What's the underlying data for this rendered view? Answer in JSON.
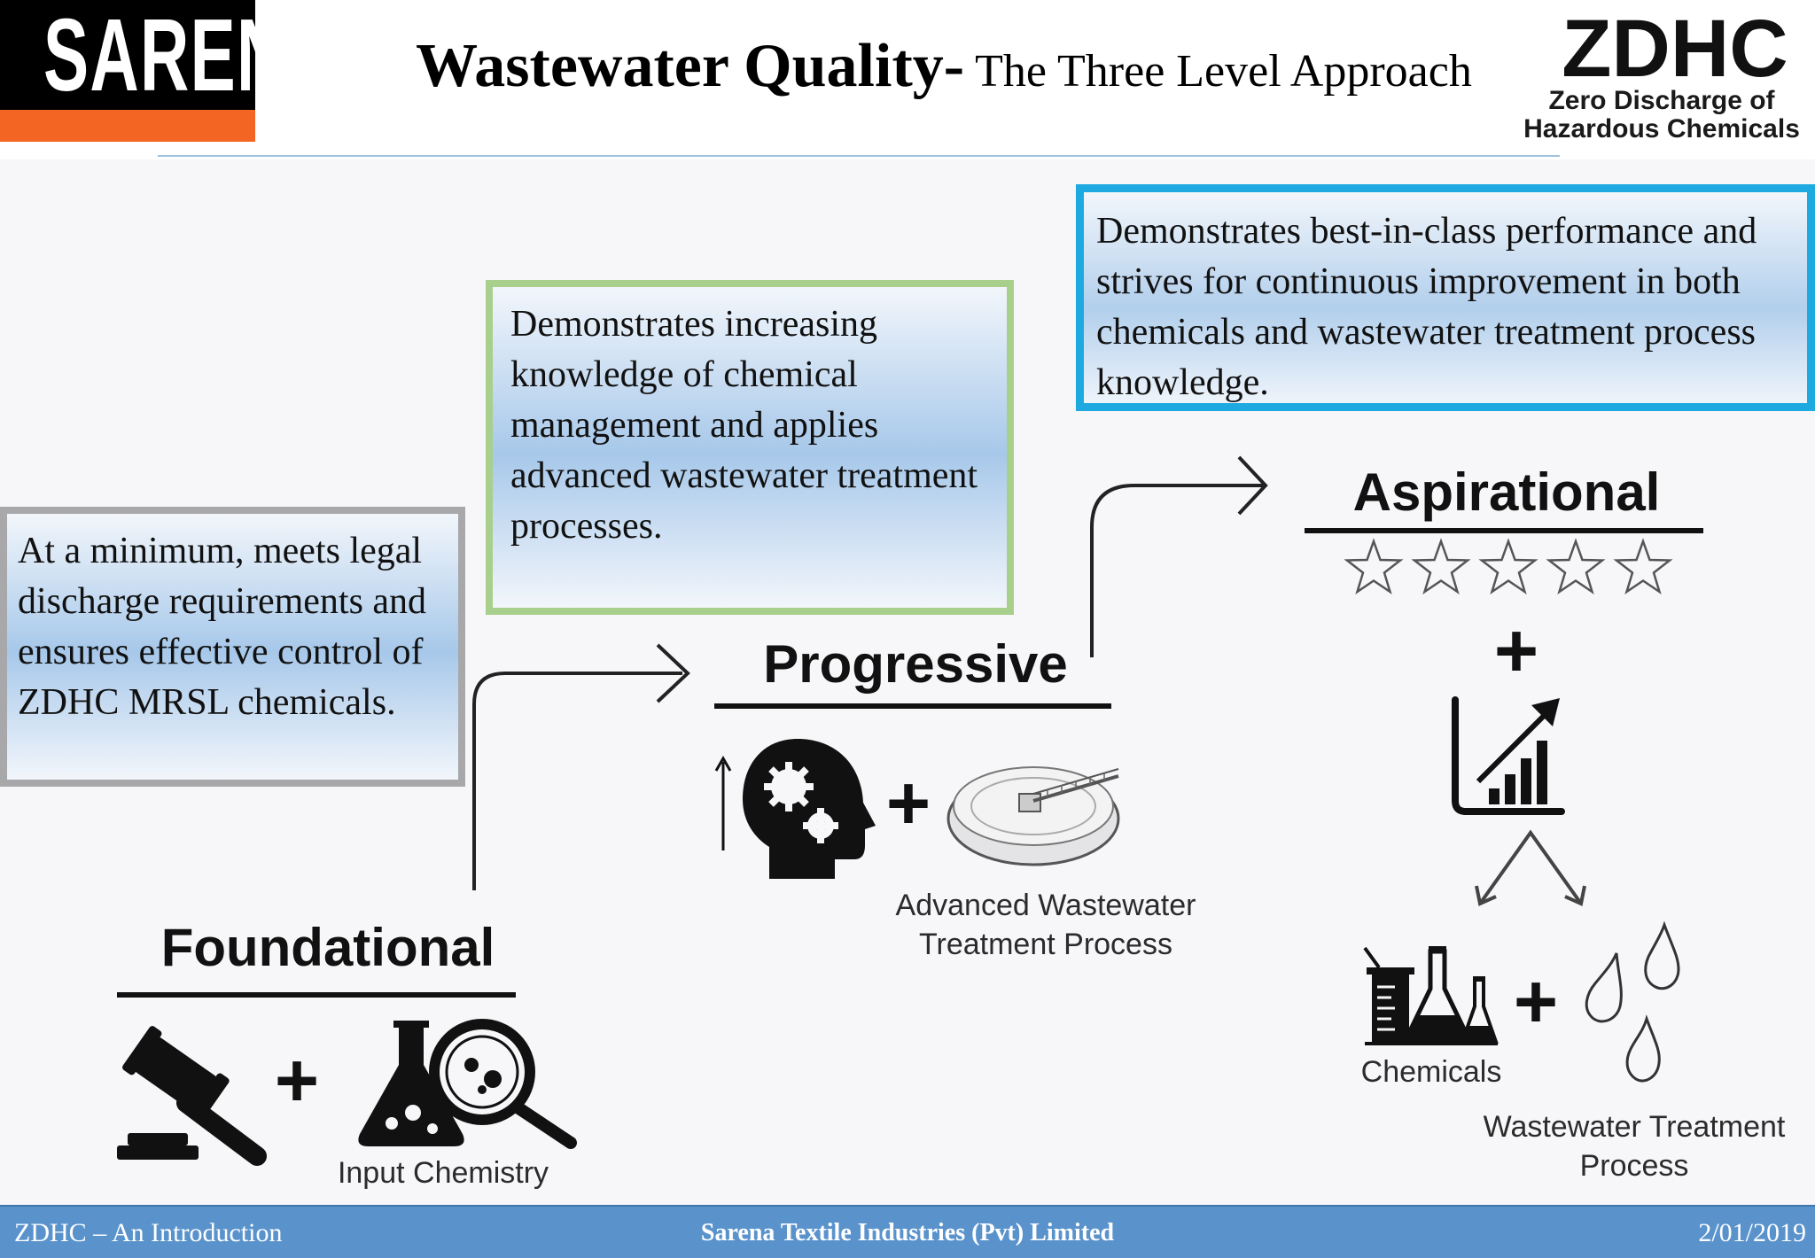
{
  "header": {
    "logo_text": "SARENA",
    "title_main": "Wastewater Quality-",
    "title_sub": " The Three Level Approach",
    "zdhc_logo": "ZDHC",
    "zdhc_line1": "Zero Discharge of",
    "zdhc_line2": "Hazardous Chemicals"
  },
  "levels": {
    "foundational": {
      "title": "Foundational",
      "note": "At a minimum, meets legal discharge requirements and ensures effective control of ZDHC MRSL chemicals.",
      "label": "Input Chemistry",
      "icons": [
        "gavel-icon",
        "plus-icon",
        "flask-magnifier-icon"
      ]
    },
    "progressive": {
      "title": "Progressive",
      "note": "Demonstrates increasing knowledge of chemical management and applies advanced wastewater treatment processes.",
      "label_line1": "Advanced Wastewater",
      "label_line2": "Treatment Process",
      "icons": [
        "head-gears-icon",
        "plus-icon",
        "clarifier-tank-icon"
      ]
    },
    "aspirational": {
      "title": "Aspirational",
      "note": "Demonstrates best-in-class performance and strives for continuous improvement in both chemicals and wastewater treatment process knowledge.",
      "chemicals_label": "Chemicals",
      "wwtp_label_line1": "Wastewater Treatment",
      "wwtp_label_line2": "Process",
      "stars": 5,
      "icons": [
        "star-icon",
        "plus-icon",
        "growth-chart-icon",
        "lab-glassware-icon",
        "water-drops-icon"
      ]
    }
  },
  "colors": {
    "sarena_orange": "#f26522",
    "foundational_border": "#a8a8ab",
    "progressive_border": "#a9cf8c",
    "aspirational_border": "#1ea9e0",
    "footer_bg": "#5a93cc"
  },
  "footer": {
    "left": "ZDHC – An Introduction",
    "center": "Sarena Textile Industries (Pvt) Limited",
    "right": "2/01/2019"
  }
}
